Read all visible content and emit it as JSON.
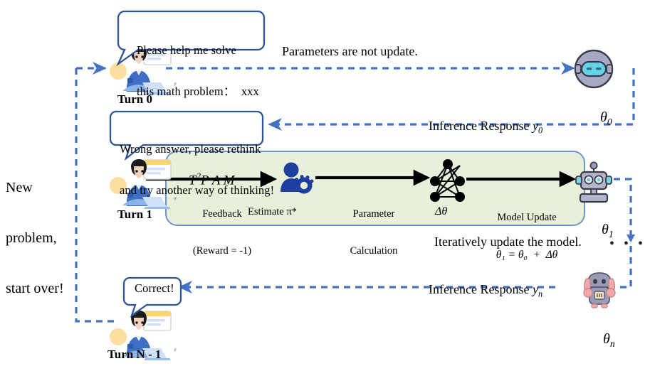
{
  "colors": {
    "dashed_blue": "#4472c4",
    "bubble_border": "#2f5597",
    "panel_fill": "#e9f0da",
    "panel_border": "#6f94c8",
    "arrow_black": "#000000",
    "robot_gray": "#aeb0c8",
    "robot_visor": "#67d3e8",
    "robot_pink": "#f0a8a8",
    "person_blue": "#3f6fc4"
  },
  "side_note": {
    "name": "new-problem-note",
    "line1": "New",
    "line2": "problem,",
    "line3": "start over!"
  },
  "bubbles": [
    {
      "id": "bubble-turn0",
      "line1": "Please help me solve",
      "line2": "this math problem：  xxx"
    },
    {
      "id": "bubble-turn1",
      "line1": "Wrong answer, please rethink",
      "line2": "and try another way of thinking!"
    },
    {
      "id": "bubble-turnN",
      "line1": "Correct!"
    }
  ],
  "turns": [
    {
      "id": "turn-0",
      "label": "Turn 0"
    },
    {
      "id": "turn-1",
      "label": "Turn 1"
    },
    {
      "id": "turn-n-1",
      "label": "Turn N - 1"
    }
  ],
  "models": [
    {
      "id": "model-theta-0",
      "label": "θ",
      "sub": "0",
      "icon": "round-robot-icon"
    },
    {
      "id": "model-theta-1",
      "label": "θ",
      "sub": "1",
      "icon": "box-robot-icon"
    },
    {
      "id": "model-theta-n",
      "label": "θ",
      "sub": "n",
      "icon": "full-robot-icon"
    }
  ],
  "edges": {
    "parameters_not_update": "Parameters are not update.",
    "inference_response_0_text": "Inference Response ",
    "inference_response_0_var": "y",
    "inference_response_0_sub": "0",
    "inference_response_n_text": "Inference Response ",
    "inference_response_n_var": "y",
    "inference_response_n_sub": "n",
    "iteratively_update": "Iteratively update the model.",
    "ellipsis": "•  •  •"
  },
  "panel": {
    "title_t": "T",
    "title_sup": "2",
    "title_rest": "P A M",
    "feedback_line1": "Feedback",
    "feedback_line2": "(Reward = -1)",
    "estimate_label": "Estimate π*",
    "param_calc_line1": "Parameter",
    "param_calc_line2": "Calculation",
    "delta_theta": "Δθ",
    "model_update_line1": "Model Update",
    "model_update_line2": "θ₁ = θ₀  +  Δθ",
    "icons": {
      "estimate": "person-gear-icon",
      "network": "neural-network-icon"
    }
  }
}
